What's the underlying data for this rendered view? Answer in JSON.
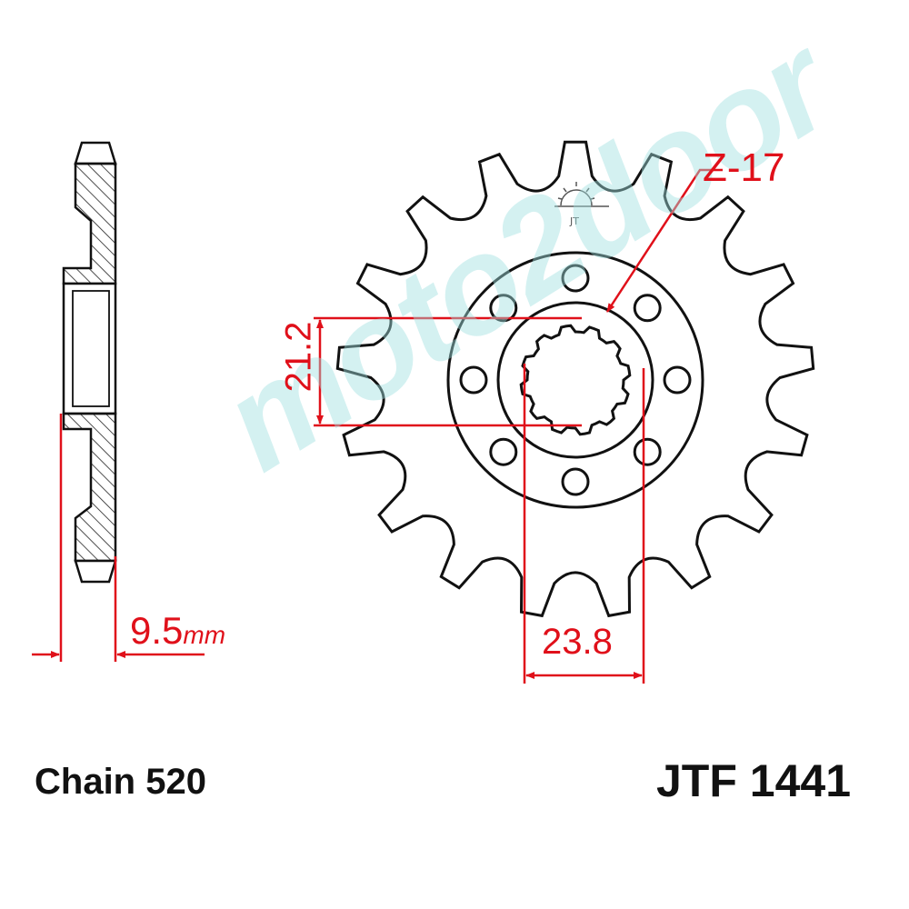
{
  "watermark": "moto2door",
  "labels": {
    "teeth": "Z-17",
    "spline_outer": "23.8",
    "spline_inner": "21.2",
    "thickness_value": "9.5",
    "thickness_unit": "mm",
    "chain": "Chain 520",
    "part_number": "JTF 1441"
  },
  "colors": {
    "dimension": "#e0101a",
    "outline": "#111111",
    "watermark": "#a0e1e1"
  },
  "icons": {
    "logo": "jt-sun-logo-icon"
  }
}
